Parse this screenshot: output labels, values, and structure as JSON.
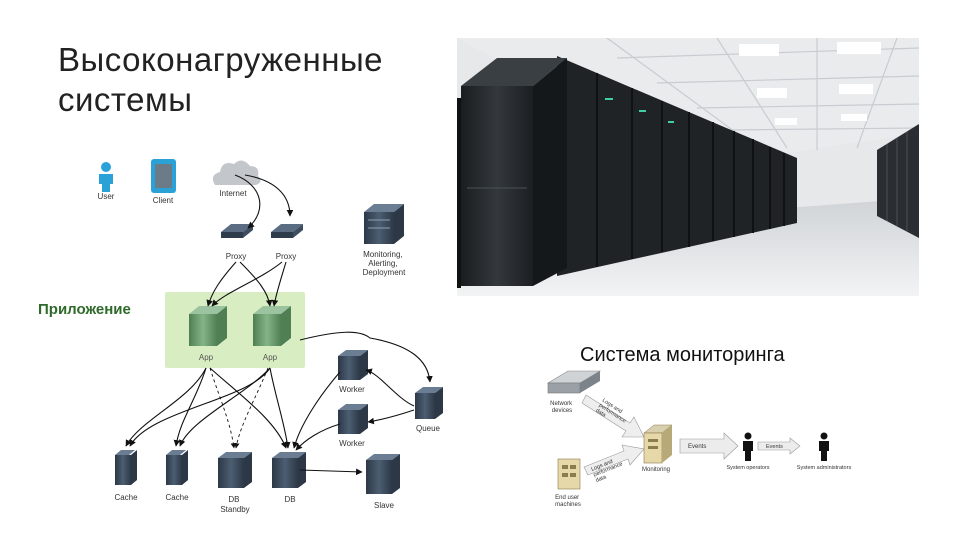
{
  "slide": {
    "title": "Высоконагруженные\nсистемы"
  },
  "architecture": {
    "app_group_label": "Приложение",
    "nodes": {
      "user": "User",
      "client": "Client",
      "internet": "Internet",
      "proxy1": "Proxy",
      "proxy2": "Proxy",
      "monitoring": [
        "Monitoring,",
        "Alerting,",
        "Deployment"
      ],
      "app1": "App",
      "app2": "App",
      "worker1": "Worker",
      "worker2": "Worker",
      "queue": "Queue",
      "cache1": "Cache",
      "cache2": "Cache",
      "db_standby": [
        "DB",
        "Standby"
      ],
      "db": "DB",
      "slave": "Slave"
    }
  },
  "monitoring_system": {
    "title": "Система мониторинга",
    "network_devices": [
      "Network",
      "devices"
    ],
    "end_user_machines": [
      "End user",
      "machines"
    ],
    "arrow1_label": [
      "Logs and",
      "performance",
      "data"
    ],
    "arrow2_label": [
      "Logs and",
      "performance",
      "data"
    ],
    "monitoring": "Monitoring",
    "events1": "Events",
    "events2": "Events",
    "system_operators": "System operators",
    "system_administrators": "System administrators"
  },
  "colors": {
    "accent_green": "#2e6b2a",
    "app_group_bg": "#d8edc2",
    "server_dark": "#3b4a5c",
    "server_green": "#6f9e72"
  }
}
